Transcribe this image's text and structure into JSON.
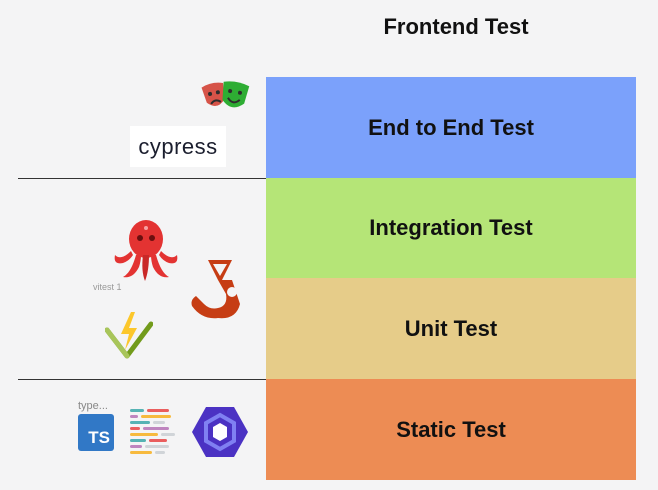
{
  "title": "Frontend Test",
  "layers": [
    {
      "label": "End to End Test",
      "color": "#7ba1fb"
    },
    {
      "label": "Integration Test",
      "color": "#b5e577"
    },
    {
      "label": "Unit Test",
      "color": "#e6cc89"
    },
    {
      "label": "Static Test",
      "color": "#ed8c54"
    }
  ],
  "logos": {
    "playwright": "playwright-icon",
    "cypress": {
      "icon": "cypress-logo",
      "text": "cypress"
    },
    "testing_library": "octopus-icon",
    "vitest": {
      "icon": "vitest-logo",
      "label": "vitest 1"
    },
    "jest": "jest-icon",
    "typescript": {
      "icon": "typescript-logo",
      "label": "type...",
      "text": "TS"
    },
    "prettier": "prettier-icon",
    "eslint": "eslint-icon"
  }
}
